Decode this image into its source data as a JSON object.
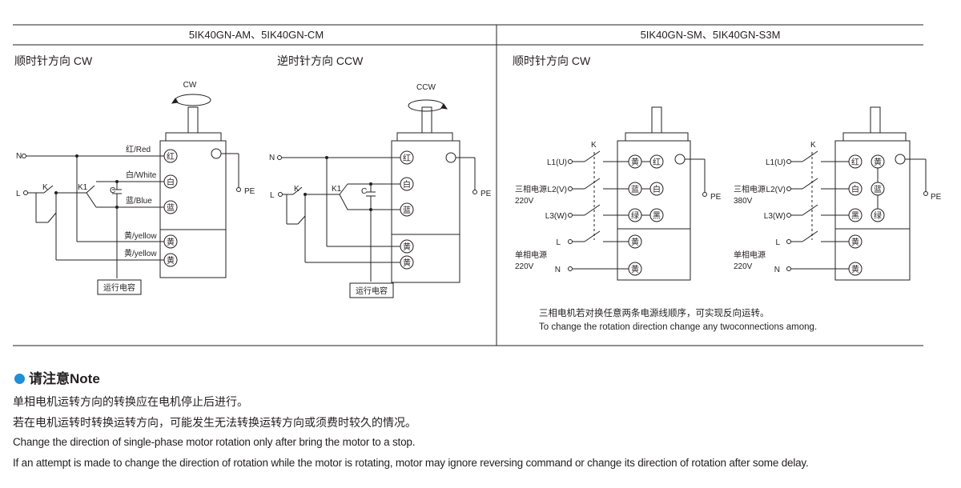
{
  "headers": {
    "left": "5IK40GN-AM、5IK40GN-CM",
    "right": "5IK40GN-SM、5IK40GN-S3M"
  },
  "panels": {
    "cw_single": {
      "direction": "顺时针方向 CW",
      "rotation_label": "CW",
      "terminals": {
        "N": "N",
        "L": "L",
        "K": "K",
        "K1": "K1",
        "C": "C",
        "PE": "PE"
      },
      "wires": [
        "红/Red",
        "白/White",
        "蓝/Blue",
        "黄/yellow",
        "黄/yellow"
      ],
      "pins": [
        "红",
        "白",
        "蓝",
        "黄",
        "黄"
      ],
      "capacitor_box": "运行电容"
    },
    "ccw_single": {
      "direction": "逆时针方向 CCW",
      "rotation_label": "CCW",
      "terminals": {
        "N": "N",
        "L": "L",
        "K": "K",
        "K1": "K1",
        "C": "C",
        "PE": "PE"
      },
      "pins": [
        "红",
        "白",
        "蓝",
        "黄",
        "黄"
      ],
      "capacitor_box": "运行电容"
    },
    "three_phase_220": {
      "direction": "顺时针方向 CW",
      "K": "K",
      "lines": [
        "L1(U)",
        "L2(V)",
        "L3(W)",
        "L",
        "N"
      ],
      "three_phase_label": "三相电源",
      "three_phase_voltage": "220V",
      "single_phase_label": "单相电源",
      "single_phase_voltage": "220V",
      "pin_pairs": [
        [
          "黄",
          "红"
        ],
        [
          "蓝",
          "白"
        ],
        [
          "绿",
          "黑"
        ]
      ],
      "pins_single": [
        "黄",
        "黄"
      ],
      "PE": "PE"
    },
    "three_phase_380": {
      "K": "K",
      "lines": [
        "L1(U)",
        "L2(V)",
        "L3(W)",
        "L",
        "N"
      ],
      "three_phase_label": "三相电源",
      "three_phase_voltage": "380V",
      "single_phase_label": "单相电源",
      "single_phase_voltage": "220V",
      "pin_pairs": [
        [
          "红",
          "黄"
        ],
        [
          "白",
          "蓝"
        ],
        [
          "黑",
          "绿"
        ]
      ],
      "pins_single": [
        "黄",
        "黄"
      ],
      "PE": "PE"
    },
    "three_phase_note": {
      "zh": "三相电机若对换任意两条电源线顺序，可实现反向运转。",
      "en": "To change the rotation direction change any twoconnections among."
    }
  },
  "note": {
    "title": "请注意Note",
    "lines": [
      "单相电机运转方向的转换应在电机停止后进行。",
      "若在电机运转时转换运转方向，可能发生无法转换运转方向或须费时较久的情况。",
      "Change the direction of single-phase motor rotation only after bring the motor to a stop.",
      "If an attempt is made to change the direction of rotation while the motor is rotating, motor may ignore reversing command or change its direction of rotation after some delay."
    ]
  },
  "colors": {
    "line": "#231f20",
    "bullet": "#1f8fd6"
  }
}
